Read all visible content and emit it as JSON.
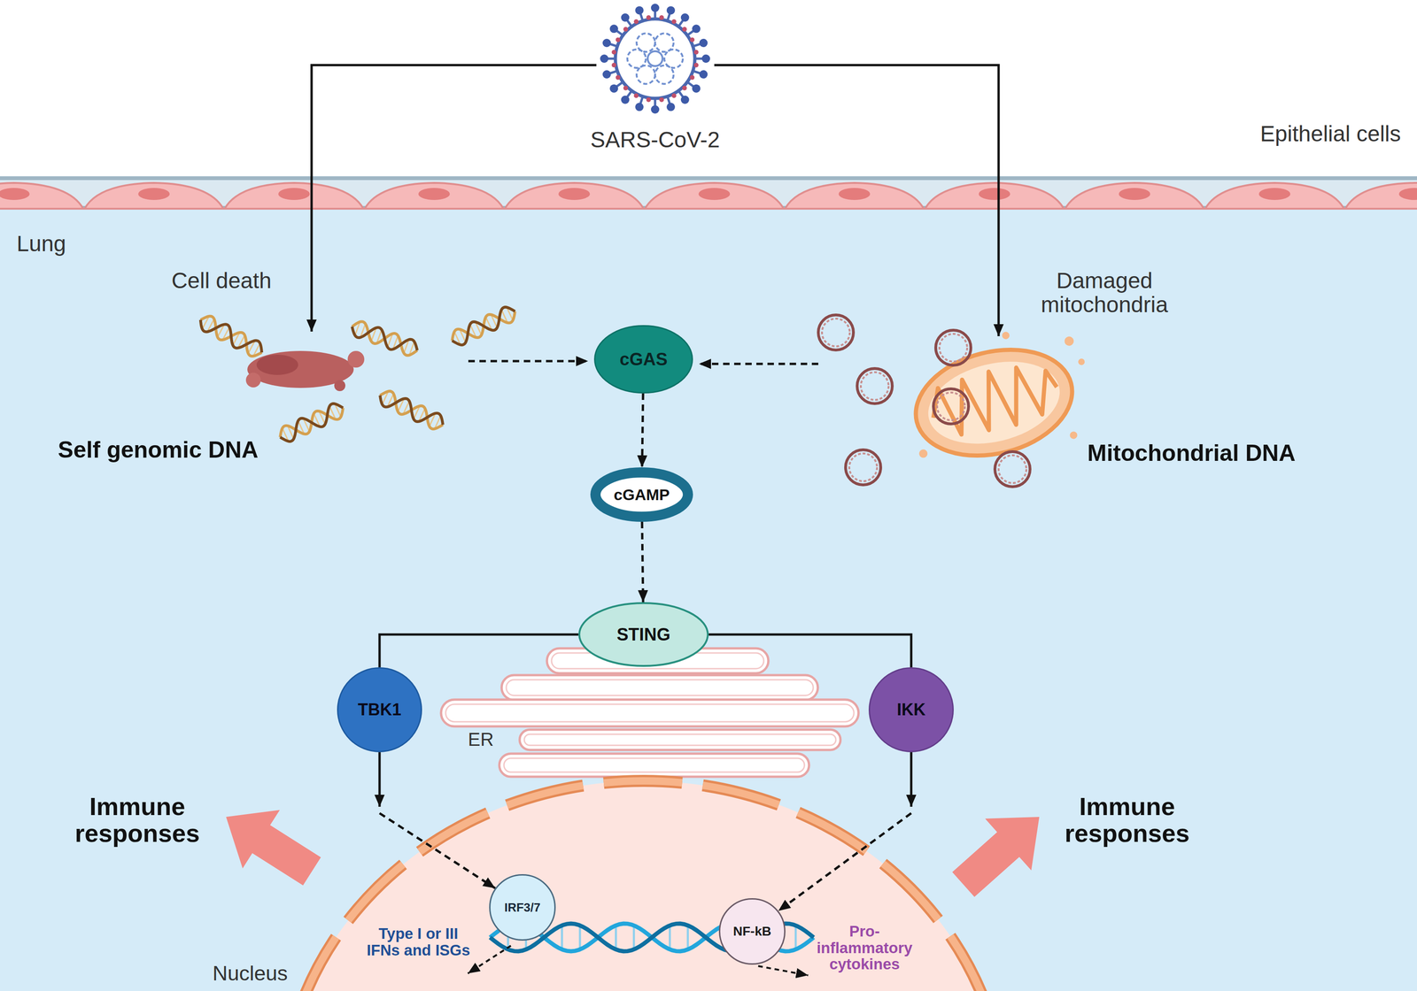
{
  "diagram": {
    "nodes": [
      {
        "text": [
          "cGAS"
        ]
      },
      {
        "text": [
          "cGAMP"
        ]
      },
      {
        "text": [
          "STING"
        ]
      },
      {
        "text": [
          "TBK1"
        ]
      },
      {
        "text": [
          "IKK"
        ]
      },
      {
        "text": [
          "IRF3/7"
        ]
      },
      {
        "text": [
          "NF-kB"
        ]
      }
    ],
    "edges": [
      {
        "from": 0,
        "to": 1,
        "arrow": "to"
      },
      {
        "from": 1,
        "to": 2,
        "arrow": "to"
      },
      {
        "from": 2,
        "to": 3,
        "arrow": "none"
      },
      {
        "from": 2,
        "to": 4,
        "arrow": "none"
      },
      {
        "from": 3,
        "to": 5,
        "arrow": "to"
      },
      {
        "from": 4,
        "to": 6,
        "arrow": "to"
      }
    ],
    "labels": [
      "SARS-CoV-2",
      "Epithelial cells",
      "Lung",
      "Cell death",
      "Self genomic DNA",
      "Damaged mitochondria",
      "Mitochondrial DNA",
      "ER",
      "Immune responses",
      "Immune responses",
      "Type I or III IFNs and ISGs",
      "Pro-inflammatory cytokines",
      "Nucleus"
    ]
  }
}
